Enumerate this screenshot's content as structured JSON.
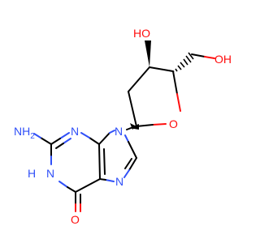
{
  "molecule": {
    "colors": {
      "carbon": "#000000",
      "oxygen": "#ff0d0d",
      "nitrogen": "#3050f8"
    },
    "labels": {
      "ring_o_3prime_oh": "HO",
      "hydroxymethyl_oh": "OH",
      "ring_oxygen": "O",
      "n9": "N",
      "n3": "N",
      "n7": "N",
      "n1": "N",
      "n1_h": "H",
      "amino": "NH",
      "amino_sub": "2",
      "carbonyl_o": "O"
    }
  }
}
